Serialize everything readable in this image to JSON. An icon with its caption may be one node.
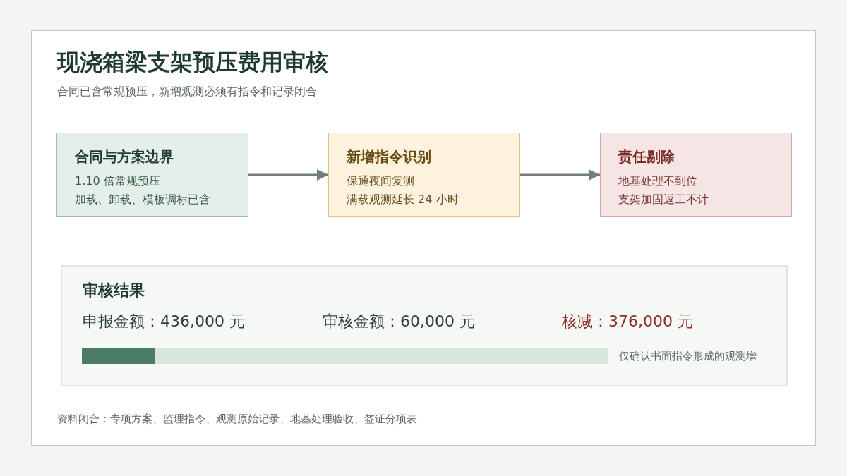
{
  "diagram": {
    "title": "现浇箱梁支架预压费用审核",
    "caption": "资料闭合：专项方案、监理指令、观测原始记录、地基处理验收、签证分项表",
    "nodes": [
      {
        "text": [
          "合同与方案边界",
          "1.10 倍常规预压",
          "加载、卸载、模板调标已含"
        ]
      },
      {
        "text": [
          "新增指令识别",
          "保通夜间复测",
          "满载观测延长 24 小时"
        ]
      },
      {
        "text": [
          "责任剔除",
          "地基处理不到位",
          "支架加固返工不计"
        ]
      },
      {
        "text": [
          "审核结果",
          "申报金额：436,000 元",
          "审核金额：60,000 元",
          "核减：376,000 元",
          "仅确认书面指令形成的观测增"
        ]
      }
    ],
    "edges": [
      {
        "from": 0,
        "to": 1,
        "arrow": "to"
      },
      {
        "from": 1,
        "to": 2,
        "arrow": "to"
      }
    ],
    "labels": [
      "合同已含常规预压，新增观测必须有指令和记录闭合"
    ]
  }
}
